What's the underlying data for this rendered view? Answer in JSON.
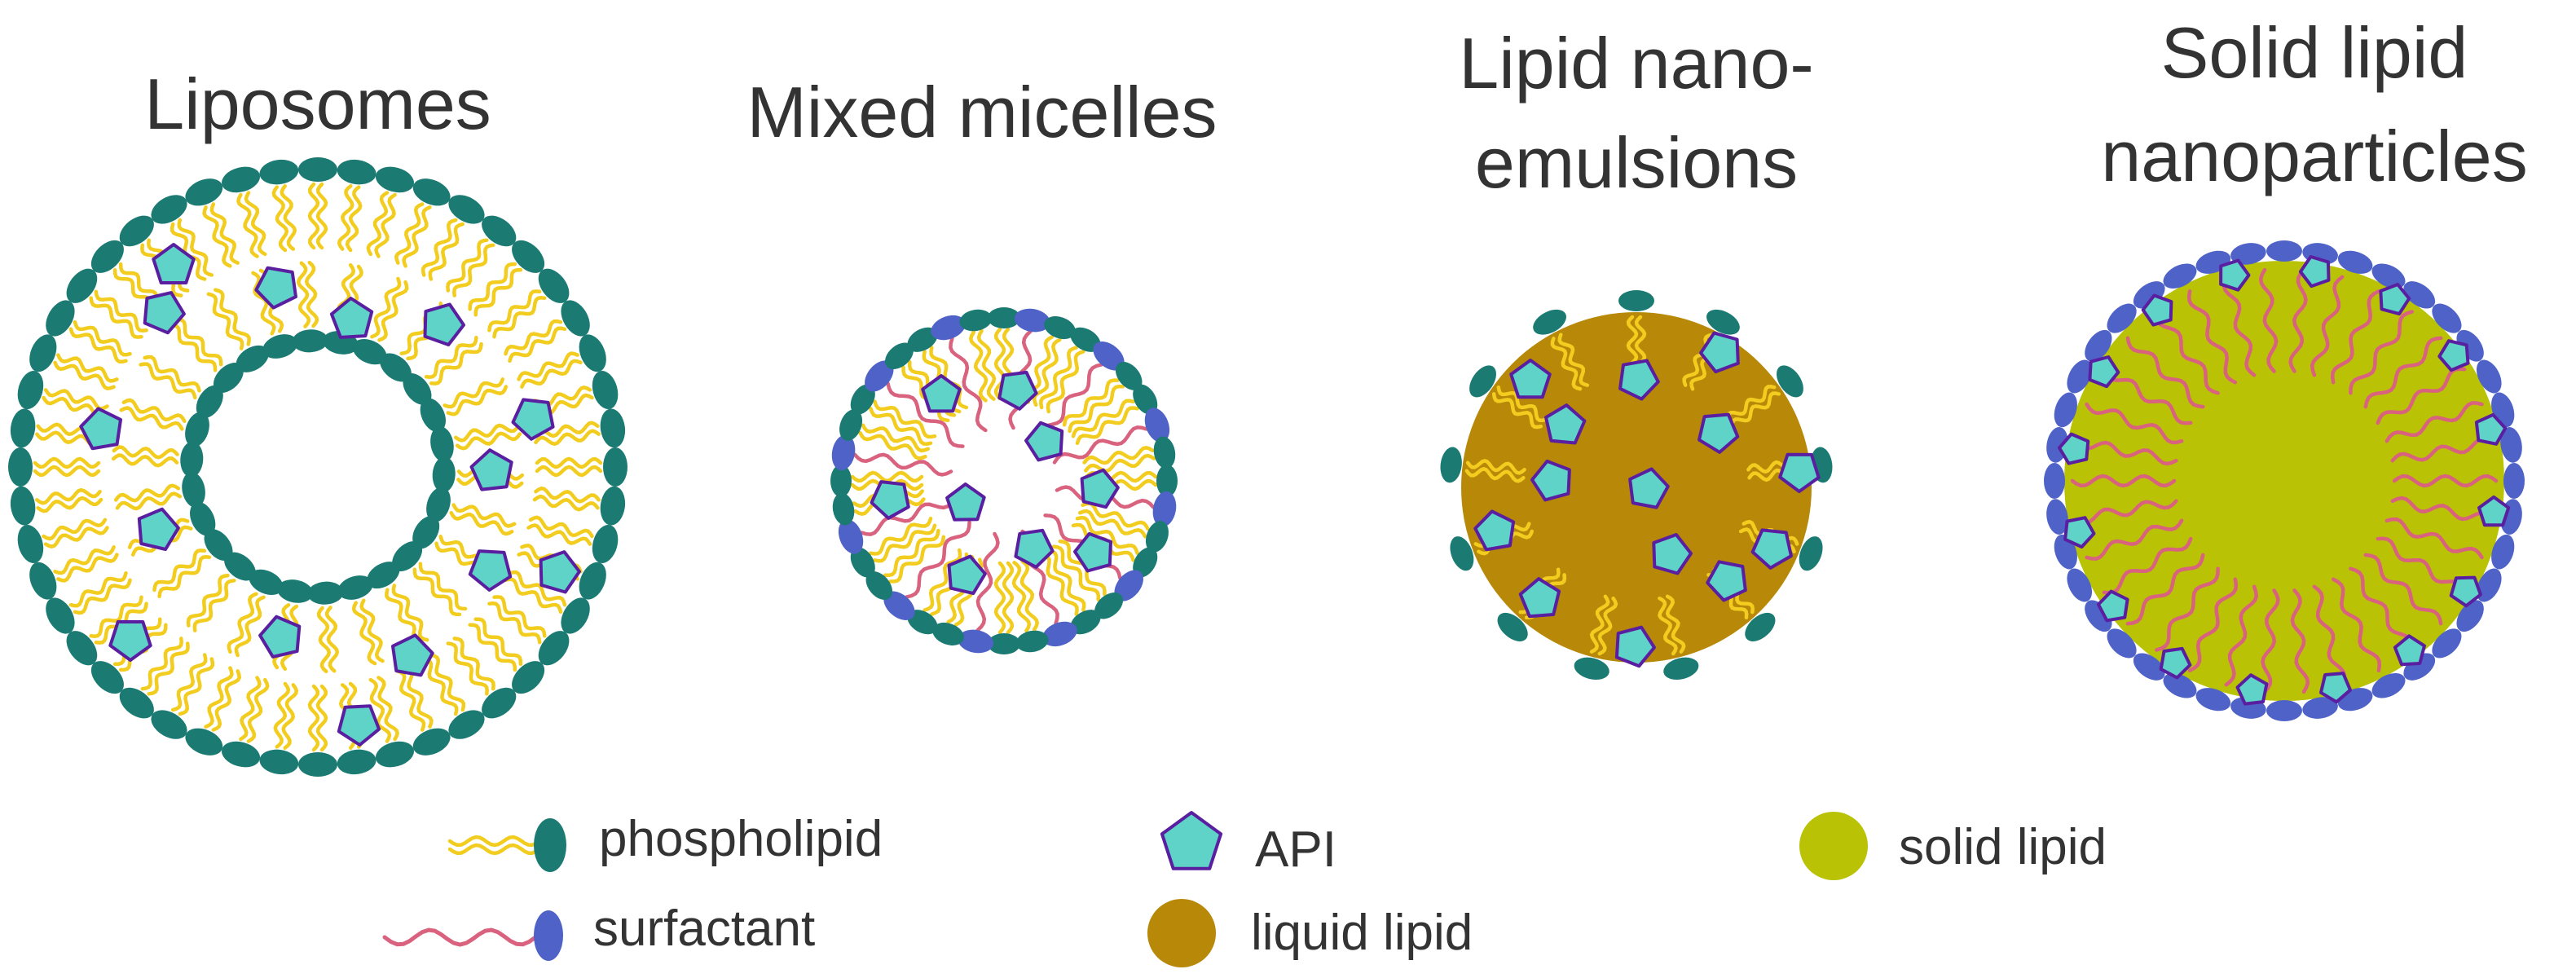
{
  "panels": [
    {
      "id": "liposomes",
      "title_lines": [
        "Liposomes"
      ]
    },
    {
      "id": "mixed-micelles",
      "title_lines": [
        "Mixed micelles"
      ]
    },
    {
      "id": "lipid-nanoemulsions",
      "title_lines": [
        "Lipid nano-",
        "emulsions"
      ]
    },
    {
      "id": "solid-lipid-nanoparticles",
      "title_lines": [
        "Solid lipid",
        "nanoparticles"
      ]
    }
  ],
  "legend": {
    "phospholipid": "phospholipid",
    "surfactant": "surfactant",
    "api": "API",
    "liquid_lipid": "liquid lipid",
    "solid_lipid": "solid lipid"
  },
  "colors": {
    "phospholipid_head": "#1b7b73",
    "phospholipid_tail": "#f2cd1f",
    "surfactant_head": "#4f62c8",
    "surfactant_tail": "#d9627f",
    "api_fill": "#5fd3c8",
    "api_stroke": "#5a1fa0",
    "liquid_lipid": "#b88808",
    "solid_lipid": "#b9c204",
    "title_text": "#333333"
  }
}
